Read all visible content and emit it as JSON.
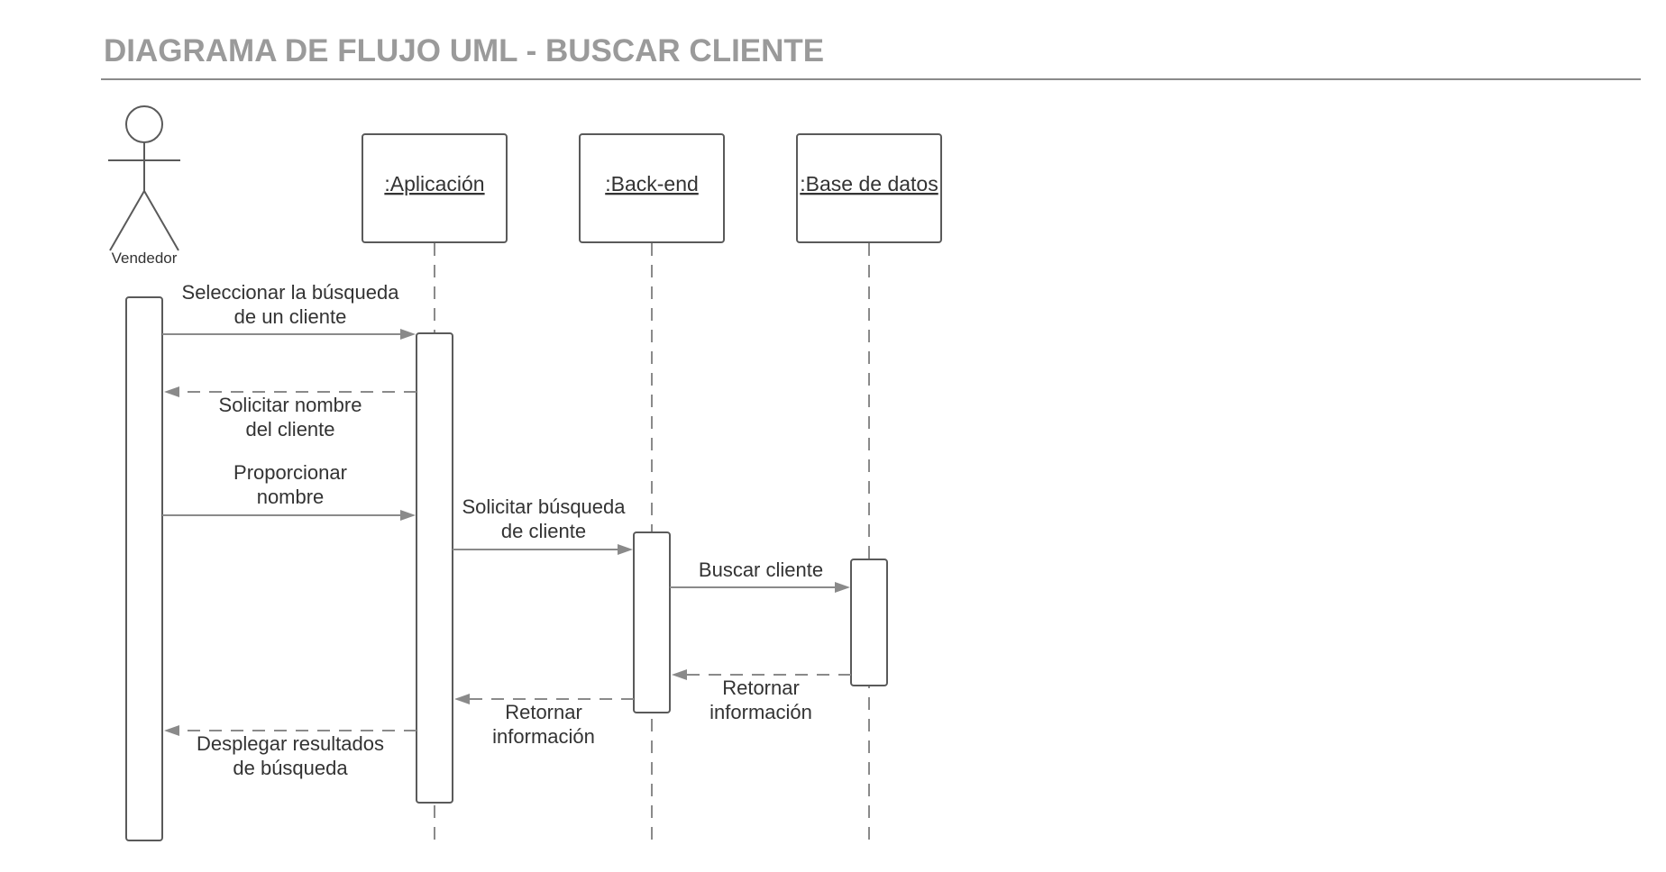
{
  "title": "DIAGRAMA DE FLUJO UML - BUSCAR CLIENTE",
  "actor": {
    "label": "Vendedor"
  },
  "lifelines": [
    {
      "id": "aplicacion",
      "label": ":Aplicación"
    },
    {
      "id": "backend",
      "label": ":Back-end"
    },
    {
      "id": "basedatos",
      "label": ":Base de datos"
    }
  ],
  "messages": [
    {
      "id": "m1",
      "from": "vendedor",
      "to": "aplicacion",
      "style": "solid",
      "lines": [
        "Seleccionar la búsqueda",
        "de un cliente"
      ]
    },
    {
      "id": "m2",
      "from": "aplicacion",
      "to": "vendedor",
      "style": "dashed",
      "lines": [
        "Solicitar nombre",
        "del cliente"
      ]
    },
    {
      "id": "m3",
      "from": "vendedor",
      "to": "aplicacion",
      "style": "solid",
      "lines": [
        "Proporcionar",
        "nombre"
      ]
    },
    {
      "id": "m4",
      "from": "aplicacion",
      "to": "backend",
      "style": "solid",
      "lines": [
        "Solicitar búsqueda",
        "de cliente"
      ]
    },
    {
      "id": "m5",
      "from": "backend",
      "to": "basedatos",
      "style": "solid",
      "lines": [
        "Buscar cliente"
      ]
    },
    {
      "id": "m6",
      "from": "basedatos",
      "to": "backend",
      "style": "dashed",
      "lines": [
        "Retornar",
        "información"
      ]
    },
    {
      "id": "m7",
      "from": "backend",
      "to": "aplicacion",
      "style": "dashed",
      "lines": [
        "Retornar",
        "información"
      ]
    },
    {
      "id": "m8",
      "from": "aplicacion",
      "to": "vendedor",
      "style": "dashed",
      "lines": [
        "Desplegar resultados",
        "de búsqueda"
      ]
    }
  ],
  "colors": {
    "title": "#9a9a9a",
    "stroke": "#5a5a5a",
    "line": "#8a8a8a",
    "text": "#333333"
  }
}
